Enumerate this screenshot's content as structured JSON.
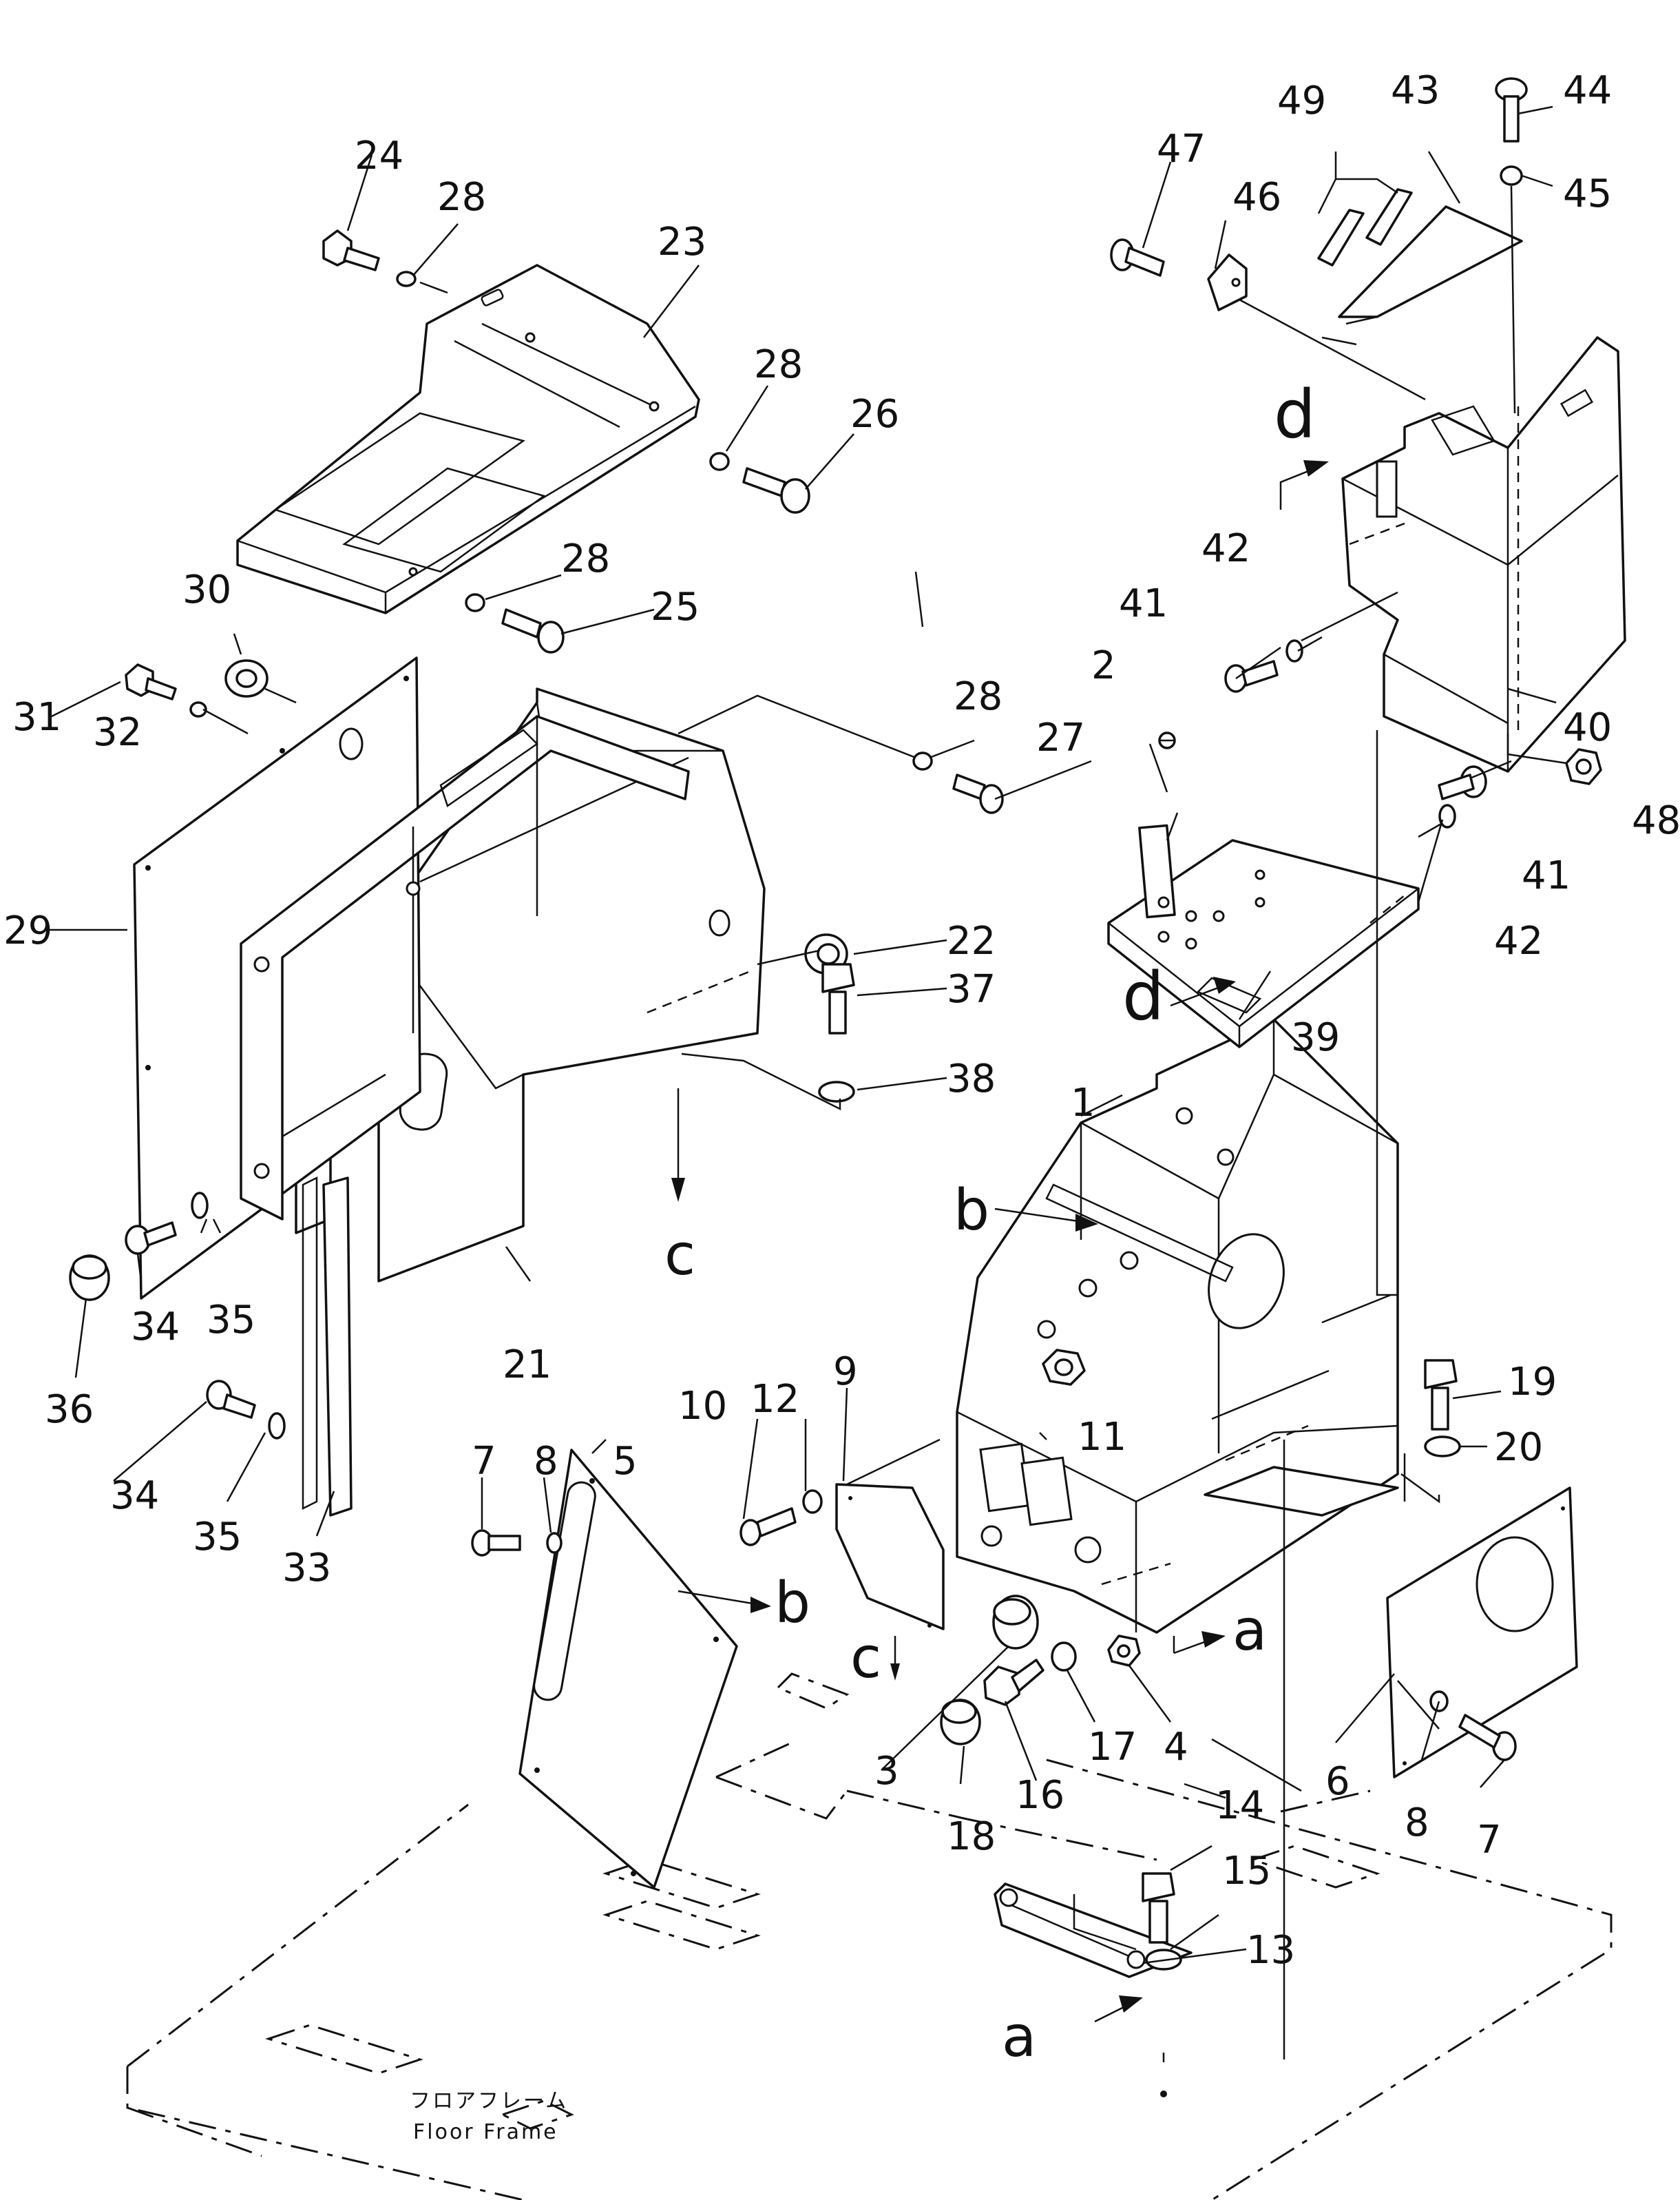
{
  "diagram": {
    "floor_frame_jp": "フロアフレーム",
    "floor_frame_en": "Floor Frame",
    "part_numbers": [
      "1",
      "2",
      "3",
      "4",
      "5",
      "6",
      "7",
      "8",
      "9",
      "10",
      "11",
      "12",
      "13",
      "14",
      "15",
      "16",
      "17",
      "18",
      "19",
      "20",
      "21",
      "22",
      "23",
      "24",
      "25",
      "26",
      "27",
      "28",
      "29",
      "30",
      "31",
      "32",
      "33",
      "34",
      "35",
      "36",
      "37",
      "38",
      "39",
      "40",
      "41",
      "42",
      "43",
      "44",
      "45",
      "46",
      "47",
      "48",
      "49"
    ],
    "view_letters": [
      "a",
      "b",
      "c",
      "d"
    ]
  }
}
